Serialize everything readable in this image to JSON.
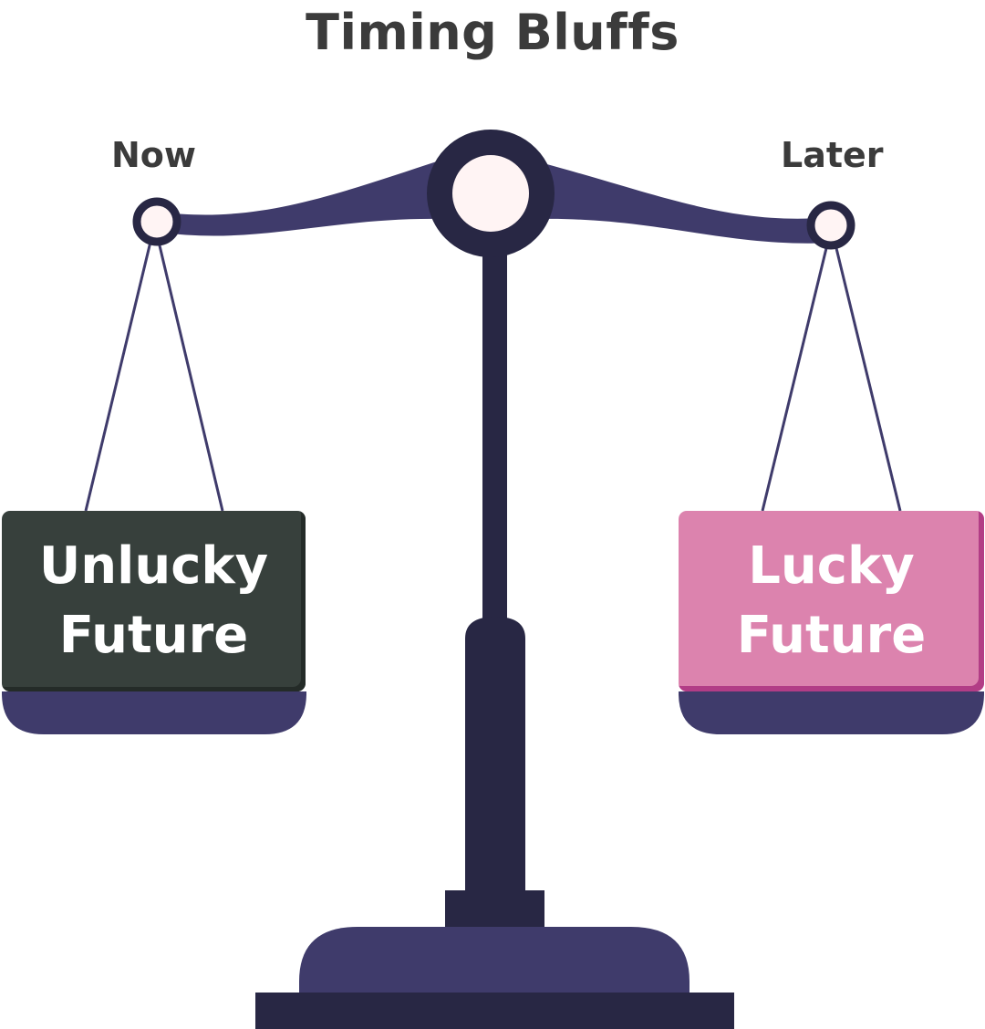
{
  "title": "Timing Bluffs",
  "left_side": {
    "label": "Now",
    "box_text": "Unlucky\nFuture",
    "box_color": "#37403c"
  },
  "right_side": {
    "label": "Later",
    "box_text": "Lucky\nFuture",
    "box_color": "#dc83ae"
  },
  "colors": {
    "beam": "#3f3b6b",
    "pillar": "#282744",
    "pivot_fill": "#fff4f4",
    "text": "#3b3b3b"
  }
}
